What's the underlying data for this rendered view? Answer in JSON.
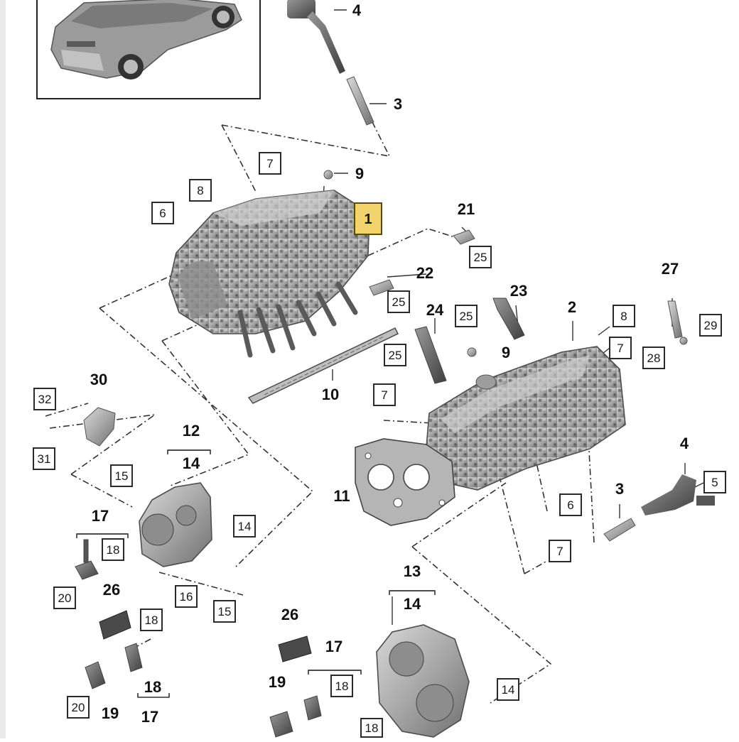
{
  "diagram": {
    "parts": [
      {
        "id": "p4a",
        "num": "4",
        "style": "plain"
      },
      {
        "id": "p3a",
        "num": "3",
        "style": "plain"
      },
      {
        "id": "p7a",
        "num": "7",
        "style": "boxed"
      },
      {
        "id": "p9a",
        "num": "9",
        "style": "plain"
      },
      {
        "id": "p8a",
        "num": "8",
        "style": "boxed"
      },
      {
        "id": "p6a",
        "num": "6",
        "style": "boxed"
      },
      {
        "id": "p1",
        "num": "1",
        "style": "highlight"
      },
      {
        "id": "p21",
        "num": "21",
        "style": "plain"
      },
      {
        "id": "p25a",
        "num": "25",
        "style": "boxed"
      },
      {
        "id": "p22",
        "num": "22",
        "style": "plain"
      },
      {
        "id": "p25b",
        "num": "25",
        "style": "boxed"
      },
      {
        "id": "p27",
        "num": "27",
        "style": "plain"
      },
      {
        "id": "p23",
        "num": "23",
        "style": "plain"
      },
      {
        "id": "p2",
        "num": "2",
        "style": "plain"
      },
      {
        "id": "p24",
        "num": "24",
        "style": "plain"
      },
      {
        "id": "p25c",
        "num": "25",
        "style": "boxed"
      },
      {
        "id": "p8b",
        "num": "8",
        "style": "boxed"
      },
      {
        "id": "p29",
        "num": "29",
        "style": "boxed"
      },
      {
        "id": "p7b",
        "num": "7",
        "style": "boxed"
      },
      {
        "id": "p28",
        "num": "28",
        "style": "boxed"
      },
      {
        "id": "p25d",
        "num": "25",
        "style": "boxed"
      },
      {
        "id": "p9b",
        "num": "9",
        "style": "plain"
      },
      {
        "id": "p10",
        "num": "10",
        "style": "plain"
      },
      {
        "id": "p7c",
        "num": "7",
        "style": "boxed"
      },
      {
        "id": "p30",
        "num": "30",
        "style": "plain"
      },
      {
        "id": "p32",
        "num": "32",
        "style": "boxed"
      },
      {
        "id": "p31",
        "num": "31",
        "style": "boxed"
      },
      {
        "id": "p12",
        "num": "12",
        "style": "plain"
      },
      {
        "id": "p14a",
        "num": "14",
        "style": "plain"
      },
      {
        "id": "p15a",
        "num": "15",
        "style": "boxed"
      },
      {
        "id": "p11",
        "num": "11",
        "style": "plain"
      },
      {
        "id": "p4b",
        "num": "4",
        "style": "plain"
      },
      {
        "id": "p5",
        "num": "5",
        "style": "boxed"
      },
      {
        "id": "p3b",
        "num": "3",
        "style": "plain"
      },
      {
        "id": "p6b",
        "num": "6",
        "style": "boxed"
      },
      {
        "id": "p17a",
        "num": "17",
        "style": "plain"
      },
      {
        "id": "p18a",
        "num": "18",
        "style": "boxed"
      },
      {
        "id": "p14b",
        "num": "14",
        "style": "boxed"
      },
      {
        "id": "p7d",
        "num": "7",
        "style": "boxed"
      },
      {
        "id": "p20a",
        "num": "20",
        "style": "boxed"
      },
      {
        "id": "p26a",
        "num": "26",
        "style": "plain"
      },
      {
        "id": "p16",
        "num": "16",
        "style": "boxed"
      },
      {
        "id": "p15b",
        "num": "15",
        "style": "boxed"
      },
      {
        "id": "p13",
        "num": "13",
        "style": "plain"
      },
      {
        "id": "p14c",
        "num": "14",
        "style": "plain"
      },
      {
        "id": "p18b",
        "num": "18",
        "style": "boxed"
      },
      {
        "id": "p26b",
        "num": "26",
        "style": "plain"
      },
      {
        "id": "p17b",
        "num": "17",
        "style": "plain"
      },
      {
        "id": "p19a",
        "num": "19",
        "style": "plain"
      },
      {
        "id": "p18c",
        "num": "18",
        "style": "boxed"
      },
      {
        "id": "p14d",
        "num": "14",
        "style": "boxed"
      },
      {
        "id": "p18d",
        "num": "18",
        "style": "plain"
      },
      {
        "id": "p17c",
        "num": "17",
        "style": "plain"
      },
      {
        "id": "p20b",
        "num": "20",
        "style": "boxed"
      },
      {
        "id": "p19b",
        "num": "19",
        "style": "plain"
      },
      {
        "id": "p18e",
        "num": "18",
        "style": "boxed"
      }
    ]
  },
  "colors": {
    "highlight_fill": "#f3d36b",
    "part_fill": "#a9a9a9",
    "part_dark": "#6e6e6e",
    "part_light": "#d6d6d6",
    "line": "#333333"
  }
}
